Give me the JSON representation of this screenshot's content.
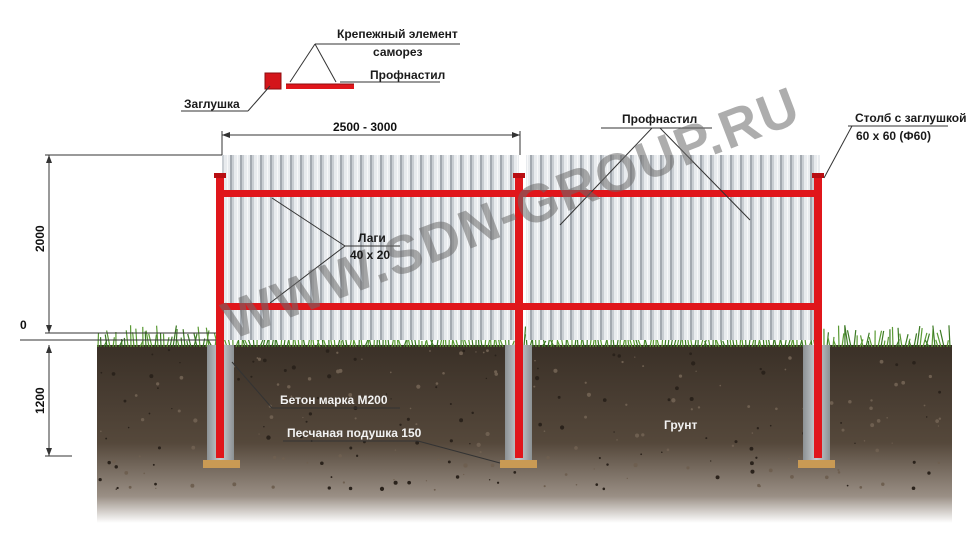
{
  "labels": {
    "fastener_line1": "Крепежный элемент",
    "fastener_line2": "саморез",
    "profnastil_top": "Профнастил",
    "cap": "Заглушка",
    "span": "2500 - 3000",
    "profnastil_main": "Профнастил",
    "post_line1": "Столб с заглушкой",
    "post_line2": "60 х 60 (Ф60)",
    "height": "2000",
    "zero": "0",
    "depth": "1200",
    "lags_line1": "Лаги",
    "lags_line2": "40 х 20",
    "concrete": "Бетон марка М200",
    "sand": "Песчаная подушка 150",
    "soil": "Грунт"
  },
  "watermark": "WWW.SDN-GROUP.RU",
  "colors": {
    "frame": "#e0161b",
    "sheet_light": "#e9ecef",
    "sheet_dark": "#9aa1a8",
    "soil": "#3f362d",
    "grass": "#3c7a24",
    "concrete": "#a9adb0",
    "sand": "#c99a54"
  }
}
